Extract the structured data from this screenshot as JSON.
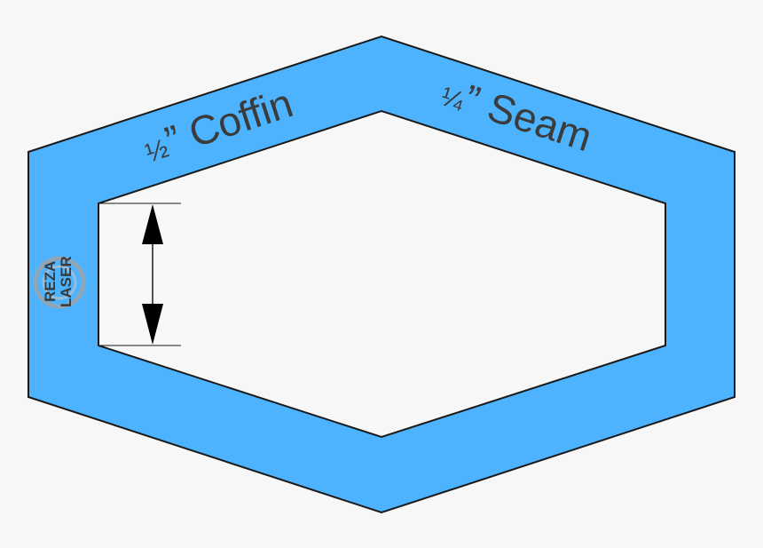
{
  "template": {
    "label_left_fraction": "½",
    "label_left_text": "” Coffin",
    "label_right_fraction": "¼",
    "label_right_text": "” Seam",
    "logo_line1": "REZA",
    "logo_line2": "LASER"
  },
  "colors": {
    "background": "#f7f7f7",
    "frame_fill": "#4db3ff",
    "inner_fill": "#f7f7f7",
    "stroke": "#1a1a1a",
    "text": "#3b3b3b",
    "logo_ring": "#9aa3ab"
  },
  "icons": {
    "dimension_arrow": "double-headed-vertical-arrow-icon",
    "logo": "reza-laser-logo-icon"
  }
}
